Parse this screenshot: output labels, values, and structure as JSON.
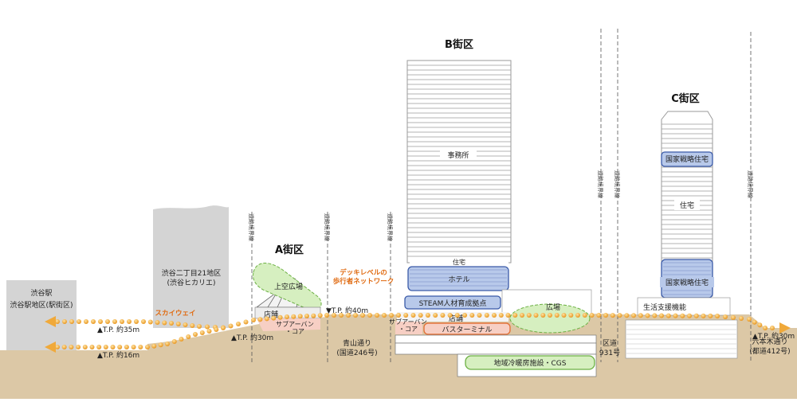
{
  "districts": {
    "a": "A街区",
    "b": "B街区",
    "c": "C街区"
  },
  "buildings": {
    "shibuya_station": [
      "渋谷駅",
      "渋谷駅地区(駅街区)"
    ],
    "hikarie": [
      "渋谷二丁目21地区",
      "(渋谷ヒカリエ)"
    ]
  },
  "labels": {
    "skyway": "スカイウェイ",
    "tp35": "▲T.P. 約35m",
    "tp16": "▲T.P. 約16m",
    "tp30a": "▲T.P. 約30m",
    "tp40": "▼T.P. 約40m",
    "tp30c": "▲T.P. 約30m",
    "deck": [
      "デッキレベルの",
      "歩行者ネットワーク"
    ],
    "road_boundary": "道路境界線",
    "sky_plaza": "上空広場",
    "shop_a": "店舗",
    "urban_core_a": [
      "サブアーバン",
      "・コア"
    ],
    "aoyama": [
      "青山通り",
      "(国道246号)"
    ],
    "office": "事務所",
    "residence_b": "住宅",
    "hotel": "ホテル",
    "steam": "STEAM人材育成拠点",
    "plaza_b": "広場",
    "shop_b": "店舗",
    "urban_core_b": [
      "サブアーバン",
      "・コア"
    ],
    "bus_terminal": "バスターミナル",
    "district_heating": "地域冷暖房施設・CGS",
    "ward_road": [
      "区道",
      "931号"
    ],
    "national_housing_top": "国家戦略住宅",
    "housing": "住宅",
    "national_housing_bottom": "国家戦略住宅",
    "life_support": "生活支援機能",
    "roppongi": [
      "六本木通り",
      "(都道412号)"
    ]
  },
  "colors": {
    "ground": "#dcc8a6",
    "building_gray": "#d4d4d4",
    "tower_line": "#9a9a9a",
    "blue_fill": "#b8c9ea",
    "blue_stroke": "#3a5aa8",
    "green_fill": "#d6efc0",
    "green_stroke": "#6cb043",
    "pink_fill": "#f7cfc4",
    "orange_stroke": "#e3733b",
    "dot_orange": "#f0a93a"
  }
}
